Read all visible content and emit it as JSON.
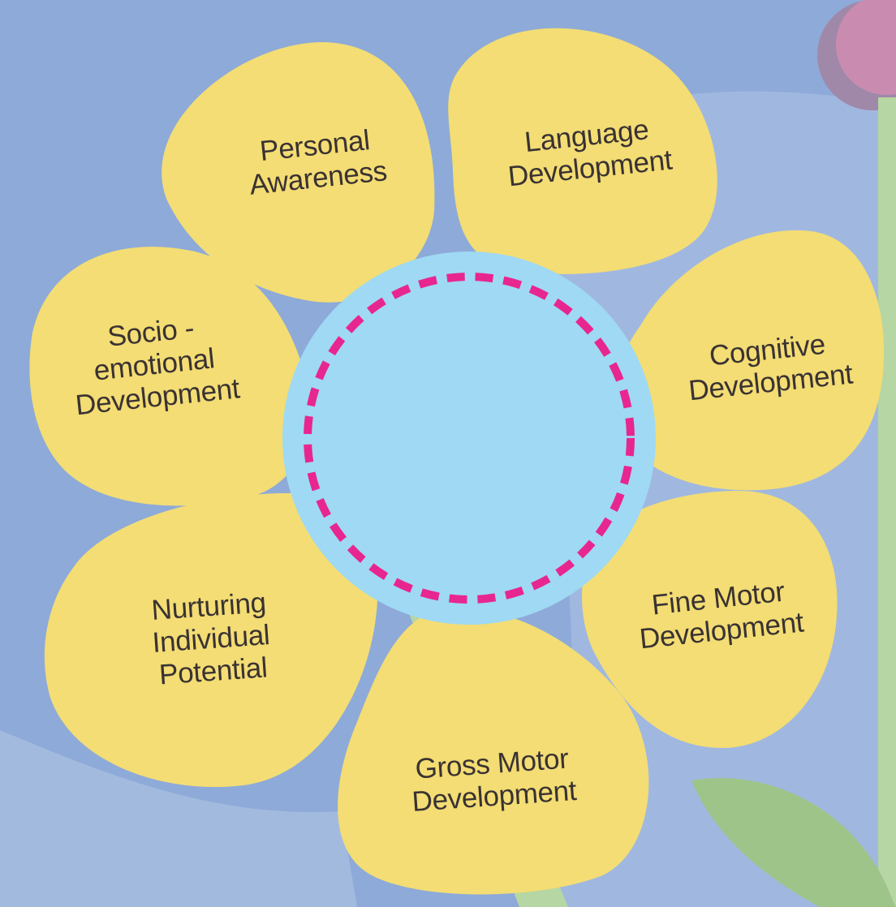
{
  "diagram": {
    "petals": [
      {
        "id": "personal-awareness",
        "label": "Personal\nAwareness"
      },
      {
        "id": "language-development",
        "label": "Language\nDevelopment"
      },
      {
        "id": "cognitive-development",
        "label": "Cognitive\nDevelopment"
      },
      {
        "id": "fine-motor-development",
        "label": "Fine Motor\nDevelopment"
      },
      {
        "id": "gross-motor-development",
        "label": "Gross Motor\nDevelopment"
      },
      {
        "id": "nurturing-individual-potential",
        "label": "Nurturing\nIndividual\nPotential"
      },
      {
        "id": "socio-emotional-development",
        "label": "Socio -\nemotional\nDevelopment"
      }
    ],
    "center": {
      "label": ""
    }
  },
  "colors": {
    "background": "#8eaad8",
    "background_light": "#a3badf",
    "petal": "#f3dd74",
    "petal_text": "#3a3232",
    "center_fill": "#9fd9f4",
    "dashed_ring": "#e8268f",
    "stem": "#b6d6a4",
    "leaf": "#9ec48a"
  }
}
